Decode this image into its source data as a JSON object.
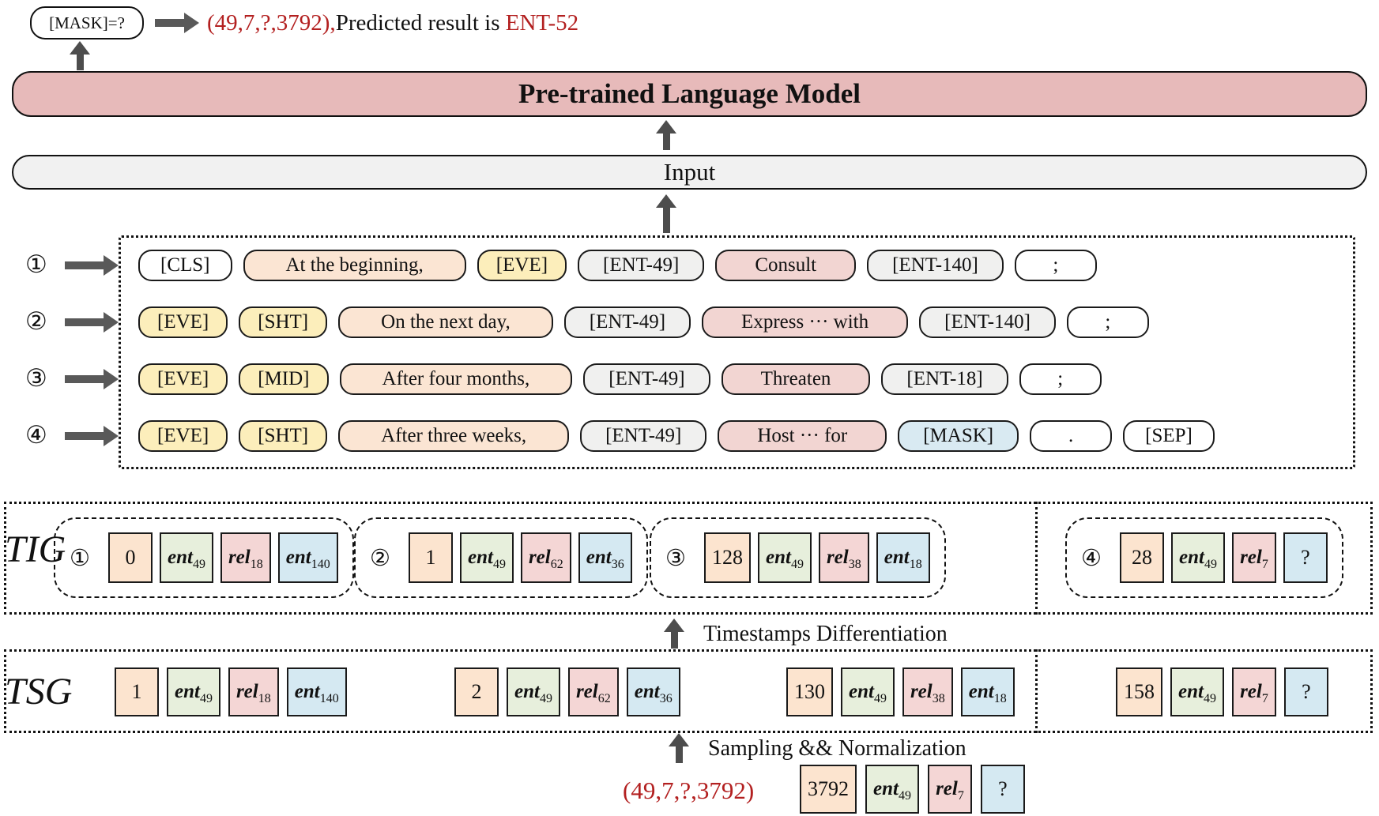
{
  "colors": {
    "accent_red": "#b32020",
    "plm_fill": "#e7baba",
    "input_fill": "#f1f1f1",
    "arrow_gray": "#4d4d4d"
  },
  "prediction": {
    "mask_label": "[MASK]=?",
    "tuple": "(49,7,?,3792),",
    "text": "Predicted result is ",
    "entity": "ENT-52"
  },
  "plm": {
    "label": "Pre-trained Language Model"
  },
  "input": {
    "label": "Input"
  },
  "prompt_rows": [
    {
      "num": "①",
      "tokens": [
        {
          "text": "[CLS]",
          "type": "cls"
        },
        {
          "text": "At the beginning,",
          "type": "time"
        },
        {
          "text": "[EVE]",
          "type": "eve"
        },
        {
          "text": "[ENT-49]",
          "type": "ent"
        },
        {
          "text": "Consult",
          "type": "rel"
        },
        {
          "text": "[ENT-140]",
          "type": "ent"
        },
        {
          "text": ";",
          "type": "punct"
        }
      ]
    },
    {
      "num": "②",
      "tokens": [
        {
          "text": "[EVE]",
          "type": "eve"
        },
        {
          "text": "[SHT]",
          "type": "eve"
        },
        {
          "text": "On the next day,",
          "type": "time"
        },
        {
          "text": "[ENT-49]",
          "type": "ent"
        },
        {
          "text": "Express ··· with",
          "type": "rel"
        },
        {
          "text": "[ENT-140]",
          "type": "ent"
        },
        {
          "text": ";",
          "type": "punct"
        }
      ]
    },
    {
      "num": "③",
      "tokens": [
        {
          "text": "[EVE]",
          "type": "eve"
        },
        {
          "text": "[MID]",
          "type": "eve"
        },
        {
          "text": "After four months,",
          "type": "time"
        },
        {
          "text": "[ENT-49]",
          "type": "ent"
        },
        {
          "text": "Threaten",
          "type": "rel"
        },
        {
          "text": "[ENT-18]",
          "type": "ent"
        },
        {
          "text": ";",
          "type": "punct"
        }
      ]
    },
    {
      "num": "④",
      "tokens": [
        {
          "text": "[EVE]",
          "type": "eve"
        },
        {
          "text": "[SHT]",
          "type": "eve"
        },
        {
          "text": "After three weeks,",
          "type": "time"
        },
        {
          "text": "[ENT-49]",
          "type": "ent"
        },
        {
          "text": "Host ··· for",
          "type": "rel"
        },
        {
          "text": "[MASK]",
          "type": "mask"
        },
        {
          "text": ".",
          "type": "punct"
        },
        {
          "text": "[SEP]",
          "type": "cls"
        }
      ]
    }
  ],
  "tig": {
    "label": "TIG",
    "groups": [
      {
        "num": "①",
        "cells": [
          {
            "text": "0",
            "type": "time"
          },
          {
            "base": "ent",
            "sub": "49",
            "type": "ent"
          },
          {
            "base": "rel",
            "sub": "18",
            "type": "rel"
          },
          {
            "base": "ent",
            "sub": "140",
            "type": "tail"
          }
        ]
      },
      {
        "num": "②",
        "cells": [
          {
            "text": "1",
            "type": "time"
          },
          {
            "base": "ent",
            "sub": "49",
            "type": "ent"
          },
          {
            "base": "rel",
            "sub": "62",
            "type": "rel"
          },
          {
            "base": "ent",
            "sub": "36",
            "type": "tail"
          }
        ]
      },
      {
        "num": "③",
        "cells": [
          {
            "text": "128",
            "type": "time"
          },
          {
            "base": "ent",
            "sub": "49",
            "type": "ent"
          },
          {
            "base": "rel",
            "sub": "38",
            "type": "rel"
          },
          {
            "base": "ent",
            "sub": "18",
            "type": "tail"
          }
        ]
      },
      {
        "num": "④",
        "cells": [
          {
            "text": "28",
            "type": "time"
          },
          {
            "base": "ent",
            "sub": "49",
            "type": "ent"
          },
          {
            "base": "rel",
            "sub": "7",
            "type": "rel"
          },
          {
            "text": "?",
            "type": "tail"
          }
        ]
      }
    ]
  },
  "timestamps_step": {
    "label": "Timestamps Differentiation"
  },
  "tsg": {
    "label": "TSG",
    "groups": [
      {
        "cells": [
          {
            "text": "1",
            "type": "time"
          },
          {
            "base": "ent",
            "sub": "49",
            "type": "ent"
          },
          {
            "base": "rel",
            "sub": "18",
            "type": "rel"
          },
          {
            "base": "ent",
            "sub": "140",
            "type": "tail"
          }
        ]
      },
      {
        "cells": [
          {
            "text": "2",
            "type": "time"
          },
          {
            "base": "ent",
            "sub": "49",
            "type": "ent"
          },
          {
            "base": "rel",
            "sub": "62",
            "type": "rel"
          },
          {
            "base": "ent",
            "sub": "36",
            "type": "tail"
          }
        ]
      },
      {
        "cells": [
          {
            "text": "130",
            "type": "time"
          },
          {
            "base": "ent",
            "sub": "49",
            "type": "ent"
          },
          {
            "base": "rel",
            "sub": "38",
            "type": "rel"
          },
          {
            "base": "ent",
            "sub": "18",
            "type": "tail"
          }
        ]
      },
      {
        "cells": [
          {
            "text": "158",
            "type": "time"
          },
          {
            "base": "ent",
            "sub": "49",
            "type": "ent"
          },
          {
            "base": "rel",
            "sub": "7",
            "type": "rel"
          },
          {
            "text": "?",
            "type": "tail"
          }
        ]
      }
    ]
  },
  "sampling_step": {
    "label": "Sampling && Normalization"
  },
  "source": {
    "tuple": "(49,7,?,3792)",
    "cells": [
      {
        "text": "3792",
        "type": "time"
      },
      {
        "base": "ent",
        "sub": "49",
        "type": "ent"
      },
      {
        "base": "rel",
        "sub": "7",
        "type": "rel"
      },
      {
        "text": "?",
        "type": "tail"
      }
    ]
  }
}
